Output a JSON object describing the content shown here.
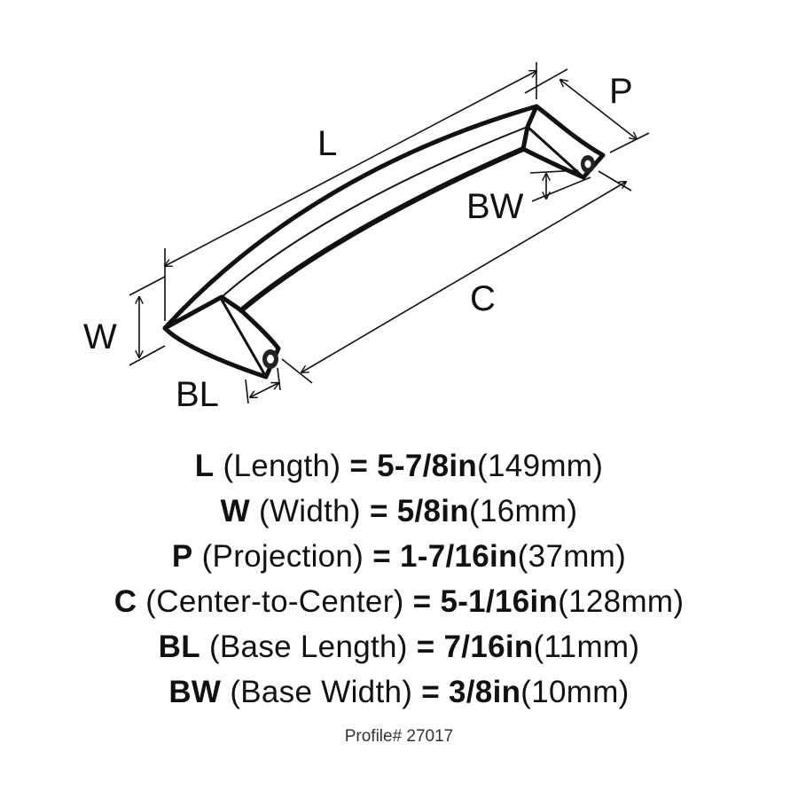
{
  "diagram": {
    "labels": {
      "L": "L",
      "P": "P",
      "BW": "BW",
      "C": "C",
      "W": "W",
      "BL": "BL"
    }
  },
  "specs": [
    {
      "key": "L",
      "desc": "(Length)",
      "eq": "=",
      "inch": "5-7/8in",
      "mm": "(149mm)"
    },
    {
      "key": "W",
      "desc": "(Width)",
      "eq": "=",
      "inch": "5/8in",
      "mm": "(16mm)"
    },
    {
      "key": "P",
      "desc": "(Projection)",
      "eq": "=",
      "inch": "1-7/16in",
      "mm": "(37mm)"
    },
    {
      "key": "C",
      "desc": "(Center-to-Center)",
      "eq": "=",
      "inch": "5-1/16in",
      "mm": "(128mm)"
    },
    {
      "key": "BL",
      "desc": "(Base Length)",
      "eq": "=",
      "inch": "7/16in",
      "mm": "(11mm)"
    },
    {
      "key": "BW",
      "desc": "(Base Width)",
      "eq": "=",
      "inch": "3/8in",
      "mm": "(10mm)"
    }
  ],
  "profile": "Profile# 27017"
}
